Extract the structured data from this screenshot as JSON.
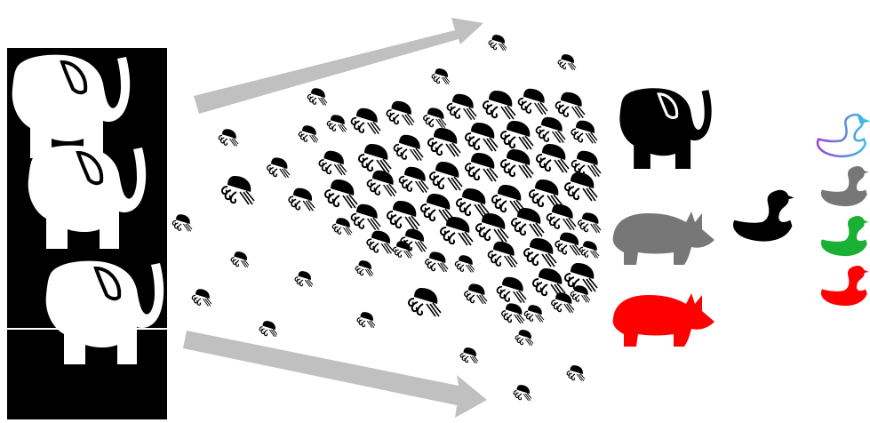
{
  "input_panel": {
    "icon": "elephant-icon",
    "count": 3,
    "background": "#000000",
    "icon_color": "#ffffff"
  },
  "arrows": {
    "color": "#c0c0c0",
    "count": 2
  },
  "jellyfish_cloud": {
    "icon": "jellyfish-icon",
    "color": "#000000"
  },
  "outputs": {
    "elephant": {
      "icon": "elephant-icon",
      "color": "#000000"
    },
    "rhino_gray": {
      "icon": "rhino-icon",
      "color": "#777777"
    },
    "rhino_red": {
      "icon": "rhino-icon",
      "color": "#ff0000"
    },
    "swan_large": {
      "icon": "swan-icon",
      "color": "#000000"
    }
  },
  "swan_variants": [
    {
      "icon": "swan-icon",
      "style": "outline-gradient",
      "colors": [
        "#36c3e6",
        "#a23fd6"
      ]
    },
    {
      "icon": "swan-icon",
      "color": "#777777"
    },
    {
      "icon": "swan-icon",
      "color": "#19b033"
    },
    {
      "icon": "swan-icon",
      "color": "#ff0000"
    }
  ]
}
